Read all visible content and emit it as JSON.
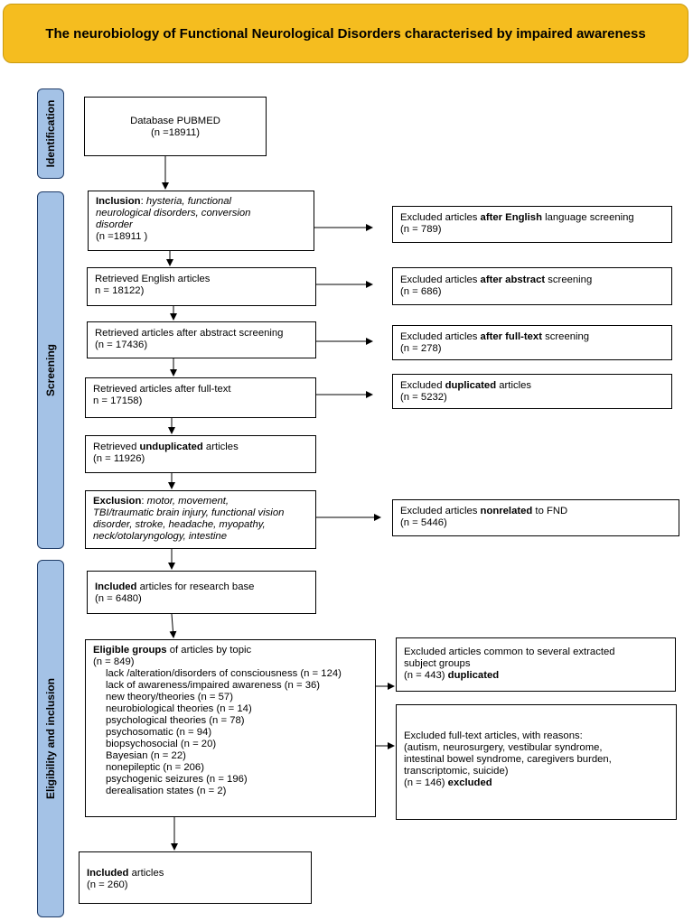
{
  "title": "The neurobiology of Functional Neurological Disorders characterised by impaired awareness",
  "phases": {
    "identification": "Identification",
    "screening": "Screening",
    "eligibility": "Eligibility and inclusion"
  },
  "boxes": {
    "database": {
      "line1": "Database PUBMED",
      "line2": "(n =18911)"
    },
    "inclusion": {
      "label": "Inclusion",
      "sep": ": ",
      "terms1": "hysteria, functional",
      "terms2": "neurological disorders, conversion",
      "terms3": "disorder",
      "count": "(n =18911 )"
    },
    "excl_english": {
      "pre": "Excluded articles ",
      "bold": "after English",
      "post": " language screening",
      "count": "(n = 789)"
    },
    "retrieved_english": {
      "line1": "Retrieved English articles",
      "line2": "n = 18122)"
    },
    "excl_abstract": {
      "pre": "Excluded articles ",
      "bold": "after abstract",
      "post": " screening",
      "count": "(n = 686)"
    },
    "retrieved_abstract": {
      "line1": "Retrieved articles after abstract screening",
      "line2": " (n = 17436)"
    },
    "excl_fulltext": {
      "pre": "Excluded articles ",
      "bold": "after full-text",
      "post": " screening",
      "count": "(n = 278)"
    },
    "retrieved_fulltext": {
      "line1": "Retrieved articles after full-text",
      "line2": "n = 17158)"
    },
    "excl_duplicated": {
      "pre": "Excluded ",
      "bold": "duplicated",
      "post": " articles",
      "count": "(n = 5232)"
    },
    "retrieved_unduplicated": {
      "pre": "Retrieved ",
      "bold": "unduplicated",
      "post": " articles",
      "count": "(n = 11926)"
    },
    "exclusion": {
      "label": "Exclusion",
      "sep": ": ",
      "terms1": "motor, movement,",
      "terms2": "TBI/traumatic brain injury, functional vision",
      "terms3": "disorder, stroke, headache, myopathy,",
      "terms4": "neck/otolaryngology, intestine"
    },
    "excl_nonrelated": {
      "pre": "Excluded articles ",
      "bold": "nonrelated",
      "post": " to FND",
      "count": "(n = 5446)"
    },
    "included_base": {
      "bold": "Included",
      "post": " articles for research base",
      "count": "(n = 6480)"
    },
    "eligible": {
      "bold": "Eligible groups",
      "post": " of articles by topic",
      "count": "(n = 849)",
      "topics": [
        "lack /alteration/disorders of consciousness (n = 124)",
        "lack of awareness/impaired awareness (n = 36)",
        "new theory/theories (n = 57)",
        "neurobiological theories (n = 14)",
        "psychological theories (n = 78)",
        "psychosomatic (n = 94)",
        "biopsychosocial (n = 20)",
        "Bayesian (n = 22)",
        "nonepileptic (n = 206)",
        "psychogenic seizures (n = 196)",
        "derealisation states  (n = 2)"
      ]
    },
    "excl_common": {
      "line1": "Excluded articles common to several extracted",
      "line2": "subject groups",
      "count": "(n = 443) ",
      "bold": "duplicated"
    },
    "excl_reasons": {
      "line1": "Excluded full-text articles, with reasons:",
      "line2": "(autism, neurosurgery, vestibular syndrome,",
      "line3": "intestinal bowel syndrome, caregivers burden,",
      "line4": "transcriptomic, suicide)",
      "count": "(n = 146) ",
      "bold": "excluded"
    },
    "included_final": {
      "bold": "Included",
      "post": " articles",
      "count": " (n = 260)"
    }
  },
  "colors": {
    "title_bg": "#f5bd1f",
    "phase_bg": "#a4c2e6",
    "phase_border": "#1f3b66"
  }
}
